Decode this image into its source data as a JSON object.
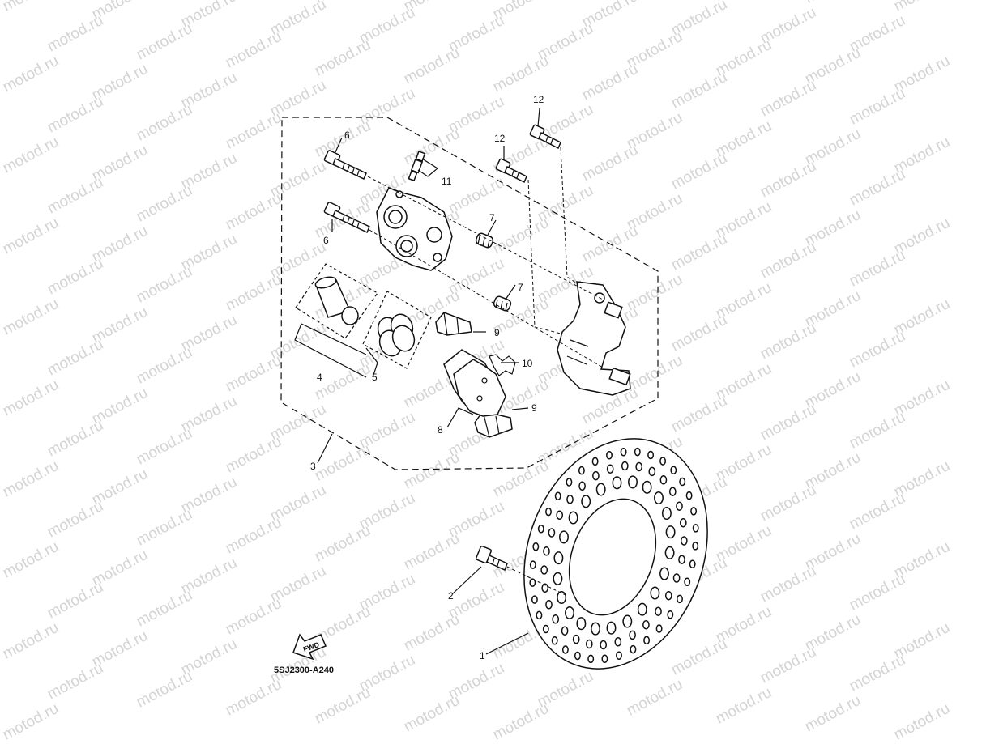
{
  "watermark": {
    "text": "motod.ru",
    "color": "#d4d4d4"
  },
  "diagram_code": "5SJ2300-A240",
  "fwd_label": "FWD",
  "callouts": {
    "p1": "1",
    "p2": "2",
    "p3": "3",
    "p4": "4",
    "p5": "5",
    "p6a": "6",
    "p6b": "6",
    "p7a": "7",
    "p7b": "7",
    "p8": "8",
    "p9a": "9",
    "p9b": "9",
    "p10": "10",
    "p11": "11",
    "p12a": "12",
    "p12b": "12"
  }
}
